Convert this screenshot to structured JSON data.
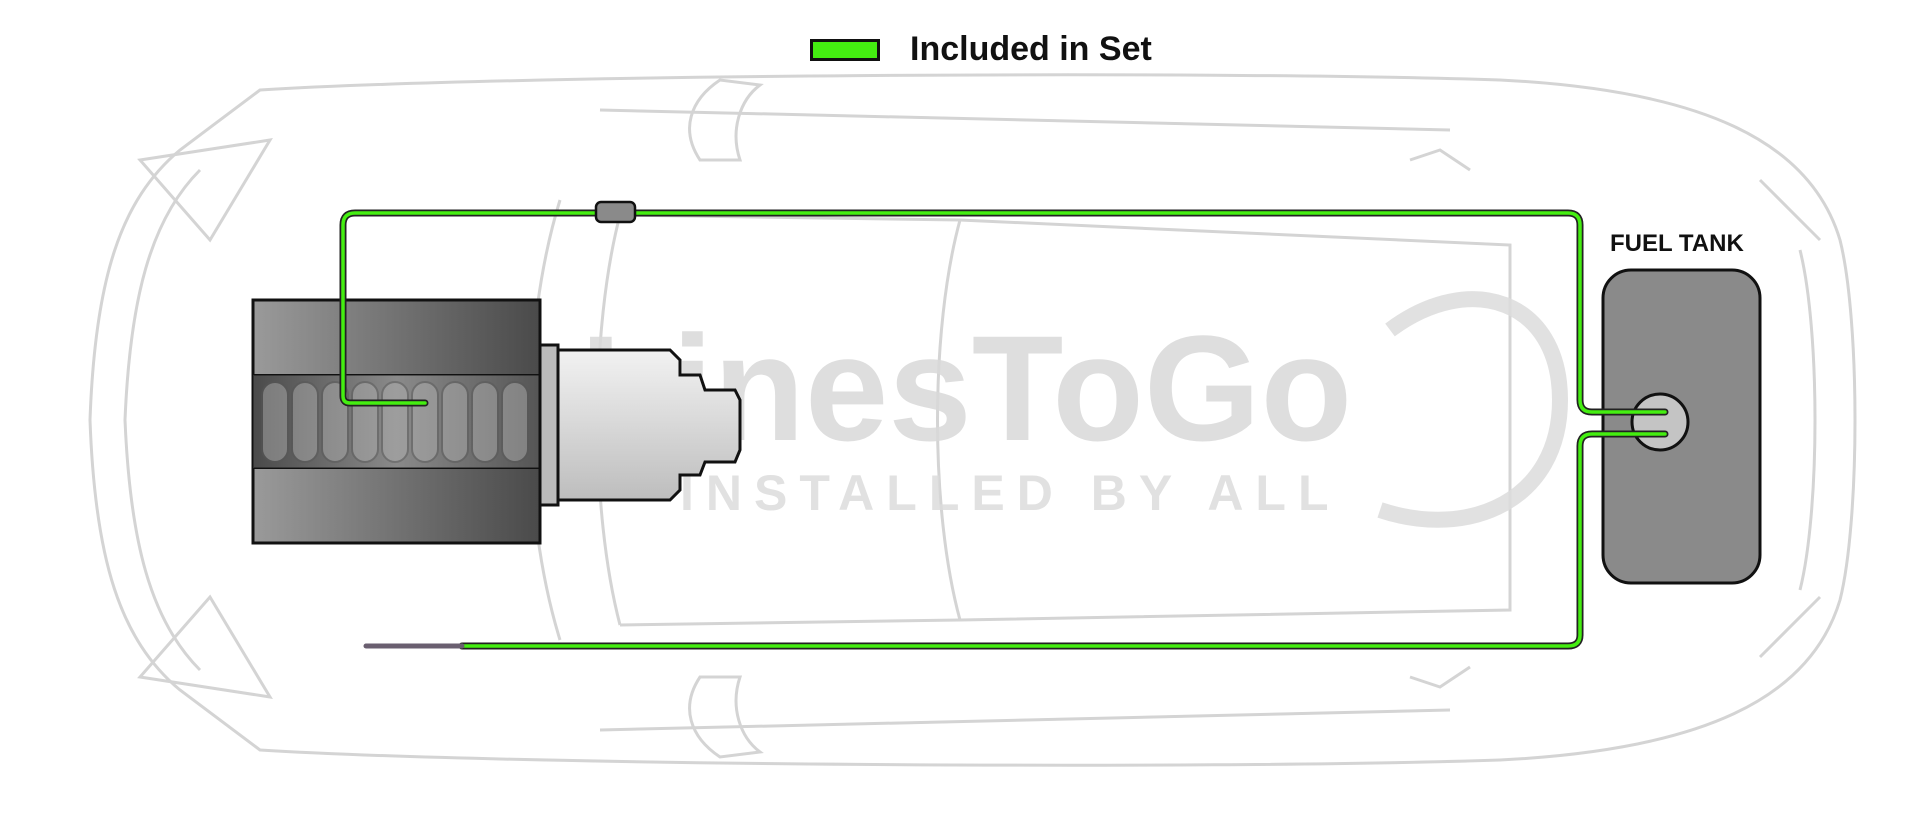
{
  "legend": {
    "label": "Included in Set",
    "swatch_color": "#44ee11"
  },
  "fuel_tank": {
    "label": "FUEL TANK"
  },
  "watermark": {
    "brand": "LinesToGo",
    "tagline": "INSTALLED BY ALL"
  },
  "colors": {
    "line": "#44ee11",
    "line_outline": "#222222",
    "car_outline": "#d4d4d4",
    "tank_fill": "#8a8a8a",
    "engine_dark": "#555555"
  }
}
